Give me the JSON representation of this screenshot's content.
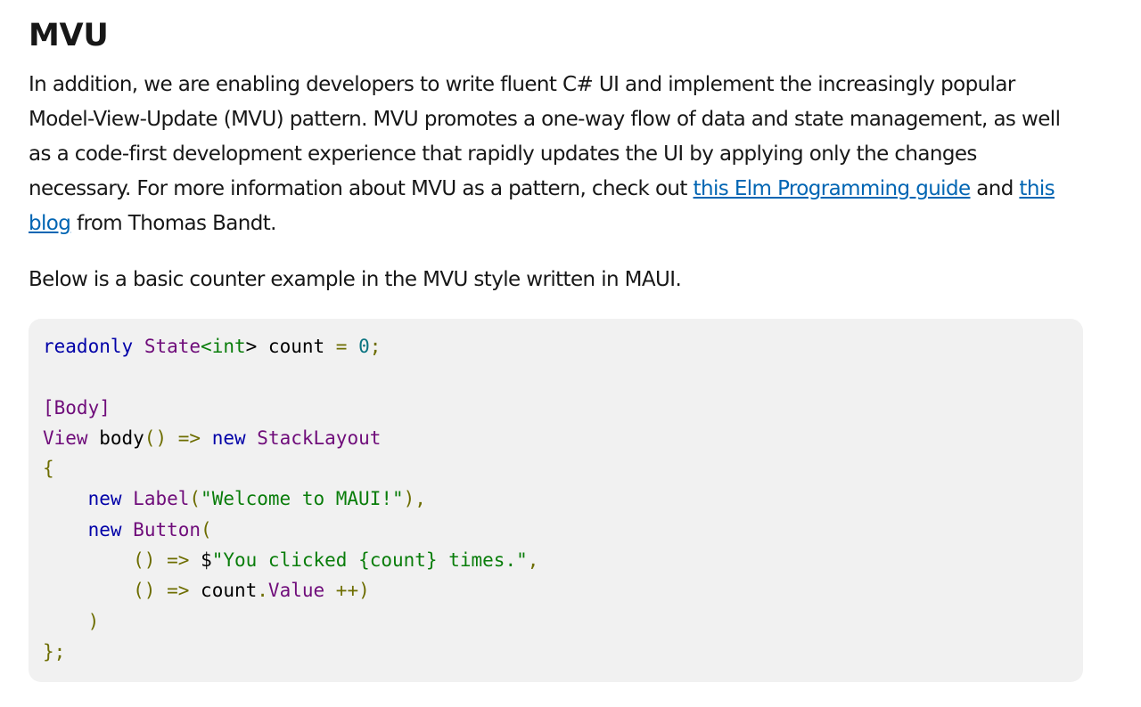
{
  "heading": "MVU",
  "paragraph1": {
    "text_1": "In addition, we are enabling developers to write fluent C# UI and implement the increasingly popular Model-View-Update (MVU) pattern. MVU promotes a one-way flow of data and state management, as well as a code-first development experience that rapidly updates the UI by applying only the changes necessary. For more information about MVU as a pattern, check out ",
    "link_1": "this Elm Programming guide",
    "text_2": " and ",
    "link_2": "this blog",
    "text_3": " from Thomas Bandt."
  },
  "paragraph2": "Below is a basic counter example in the MVU style written in MAUI.",
  "code": {
    "line1": {
      "kw": "readonly",
      "sp1": " ",
      "type": "State",
      "op1": "<",
      "type2": "int",
      "op2": ">",
      "name": " count ",
      "op3": "=",
      "sp2": " ",
      "num": "0",
      "op4": ";"
    },
    "line3": {
      "attr": "[Body]"
    },
    "line4": {
      "type": "View",
      "name": " body",
      "op1": "()",
      "sp": " ",
      "op2": "=>",
      "sp2": " ",
      "kw": "new",
      "sp3": " ",
      "type2": "StackLayout"
    },
    "line5": {
      "op": "{"
    },
    "line6": {
      "indent": "    ",
      "kw": "new",
      "sp": " ",
      "type": "Label",
      "op1": "(",
      "str": "\"Welcome to MAUI!\"",
      "op2": "),"
    },
    "line7": {
      "indent": "    ",
      "kw": "new",
      "sp": " ",
      "type": "Button",
      "op1": "("
    },
    "line8": {
      "indent": "        ",
      "op1": "()",
      "sp": " ",
      "op2": "=>",
      "sp2": " ",
      "plain": "$",
      "str": "\"You clicked {count} times.\"",
      "op3": ","
    },
    "line9": {
      "indent": "        ",
      "op1": "()",
      "sp": " ",
      "op2": "=>",
      "name": " count",
      "op3": ".",
      "type": "Value",
      "sp2": " ",
      "op4": "++)"
    },
    "line10": {
      "indent": "    ",
      "op": ")"
    },
    "line11": {
      "op": "};"
    }
  },
  "colors": {
    "link": "#0065b3",
    "code_background": "#f1f1f1",
    "keyword": "#0101a8",
    "type": "#6f0c7a",
    "operator": "#6d6d00",
    "string": "#097d0a",
    "number": "#097380"
  }
}
